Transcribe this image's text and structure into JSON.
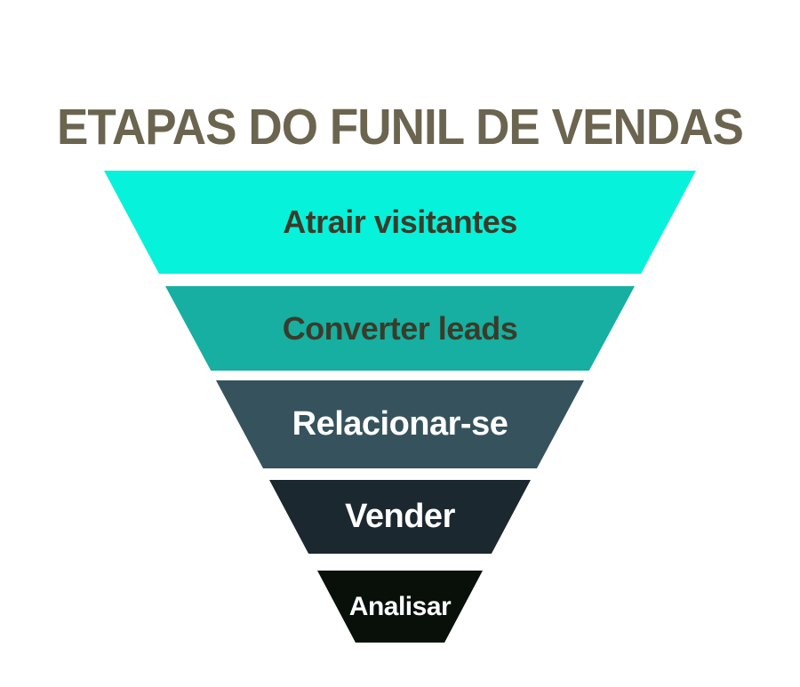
{
  "page": {
    "background_color": "#FFFFFF"
  },
  "title": {
    "text": "ETAPAS DO FUNIL DE VENDAS",
    "color": "#6B6550"
  },
  "funnel": {
    "type": "inverted-funnel",
    "stage_count": 5,
    "stages": [
      {
        "order": 1,
        "label": "Atrair visitantes",
        "fill": "#06F2DB",
        "text_color": "#3B3B2A"
      },
      {
        "order": 2,
        "label": "Converter leads",
        "fill": "#16AFA1",
        "text_color": "#3B3B2A"
      },
      {
        "order": 3,
        "label": "Relacionar-se",
        "fill": "#36525D",
        "text_color": "#FFFFFF"
      },
      {
        "order": 4,
        "label": "Vender",
        "fill": "#1C2830",
        "text_color": "#FFFFFF"
      },
      {
        "order": 5,
        "label": "Analisar",
        "fill": "#081009",
        "text_color": "#FFFFFF"
      }
    ]
  }
}
